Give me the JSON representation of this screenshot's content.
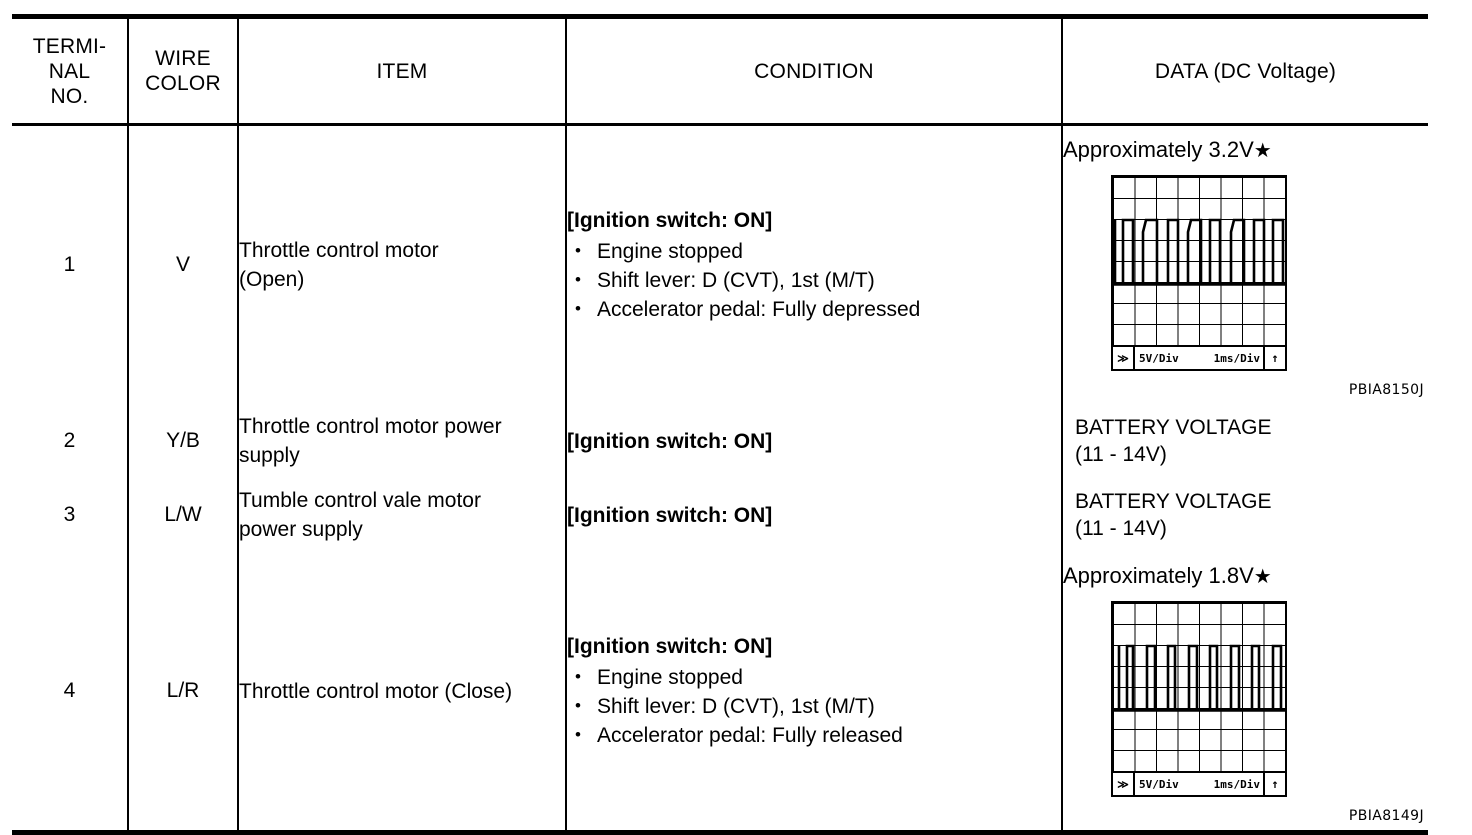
{
  "table": {
    "headers": [
      "TERMI-\nNAL\nNO.",
      "WIRE\nCOLOR",
      "ITEM",
      "CONDITION",
      "DATA (DC Voltage)"
    ],
    "header_terminal_l1": "TERMI-",
    "header_terminal_l2": "NAL",
    "header_terminal_l3": "NO.",
    "header_wire_l1": "WIRE",
    "header_wire_l2": "COLOR",
    "header_item": "ITEM",
    "header_condition": "CONDITION",
    "header_data": "DATA (DC Voltage)",
    "rows": [
      {
        "terminal": "1",
        "wire_color": "V",
        "item_l1": "Throttle control motor",
        "item_l2": "(Open)",
        "condition_head": "[Ignition switch: ON]",
        "condition_bullets": [
          "Engine stopped",
          "Shift lever: D (CVT), 1st (M/T)",
          "Accelerator pedal: Fully depressed"
        ],
        "data_title": "Approximately 3.2V",
        "data_star": "★",
        "figure_code": "PBIA8150J",
        "scope": {
          "volts_per_div": "5V/Div",
          "time_per_div": "1ms/Div",
          "source_icon": "≫",
          "trigger_icon": "↑"
        }
      },
      {
        "terminal": "2",
        "wire_color": "Y/B",
        "item_l1": "Throttle control motor power",
        "item_l2": "supply",
        "condition_head": "[Ignition switch: ON]",
        "condition_bullets": [],
        "data_l1": "BATTERY VOLTAGE",
        "data_l2": "(11 - 14V)"
      },
      {
        "terminal": "3",
        "wire_color": "L/W",
        "item_l1": "Tumble control vale motor",
        "item_l2": "power supply",
        "condition_head": "[Ignition switch: ON]",
        "condition_bullets": [],
        "data_l1": "BATTERY VOLTAGE",
        "data_l2": "(11 - 14V)"
      },
      {
        "terminal": "4",
        "wire_color": "L/R",
        "item_l1": "Throttle control motor (Close)",
        "item_l2": "",
        "condition_head": "[Ignition switch: ON]",
        "condition_bullets": [
          "Engine stopped",
          "Shift lever: D (CVT), 1st (M/T)",
          "Accelerator pedal: Fully released"
        ],
        "data_title": "Approximately 1.8V",
        "data_star": "★",
        "figure_code": "PBIA8149J",
        "scope": {
          "volts_per_div": "5V/Div",
          "time_per_div": "1ms/Div",
          "source_icon": "≫",
          "trigger_icon": "↑"
        }
      }
    ]
  },
  "colors": {
    "ink": "#000000",
    "paper": "#ffffff"
  }
}
